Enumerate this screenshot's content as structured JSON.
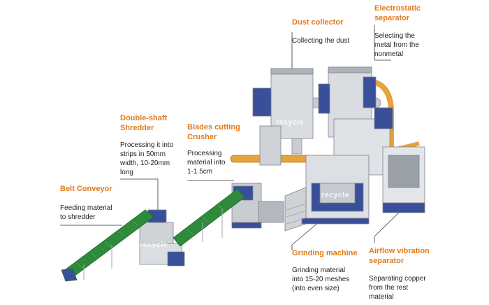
{
  "stations": {
    "dust_collector": {
      "label": "Dust collector",
      "desc": "Collecting the dust"
    },
    "electrostatic_separator": {
      "label_line1": "Electrostatic",
      "label_line2": "separator",
      "desc_line1": "Selecting the",
      "desc_line2": "metal from the",
      "desc_line3": "nonmetal"
    },
    "double_shaft_shredder": {
      "label_line1": "Double-shaft",
      "label_line2": "Shredder",
      "desc_line1": "Processing it into",
      "desc_line2": "strips in 50mm",
      "desc_line3": "width, 10-20mm",
      "desc_line4": "long"
    },
    "blades_cutting_crusher": {
      "label_line1": "Blades cutting",
      "label_line2": "Crusher",
      "desc_line1": "Processing",
      "desc_line2": "material into",
      "desc_line3": "1-1.5cm"
    },
    "belt_conveyor": {
      "label": "Belt Conveyor",
      "desc_line1": "Feeding material",
      "desc_line2": "to shredder"
    },
    "grinding_machine": {
      "label": "Grinding machine",
      "desc_line1": "Grinding material",
      "desc_line2": "into 15-20 meshes",
      "desc_line3": "(into even size)"
    },
    "airflow_vibration_separator": {
      "label_line1": "Airflow vibration",
      "label_line2": "separator",
      "desc_line1": "Separating copper",
      "desc_line2": "from the rest",
      "desc_line3": "material"
    }
  },
  "watermarks": {
    "w1": "recycle",
    "w2": "recycle",
    "w3": "recycle"
  },
  "colors": {
    "label": "#e07b1c",
    "machine_blue": "#3a4f9a",
    "frame_grey": "#b9bcc2",
    "conveyor_green": "#2f8a3c",
    "pipe_yellow": "#e6a33a"
  }
}
